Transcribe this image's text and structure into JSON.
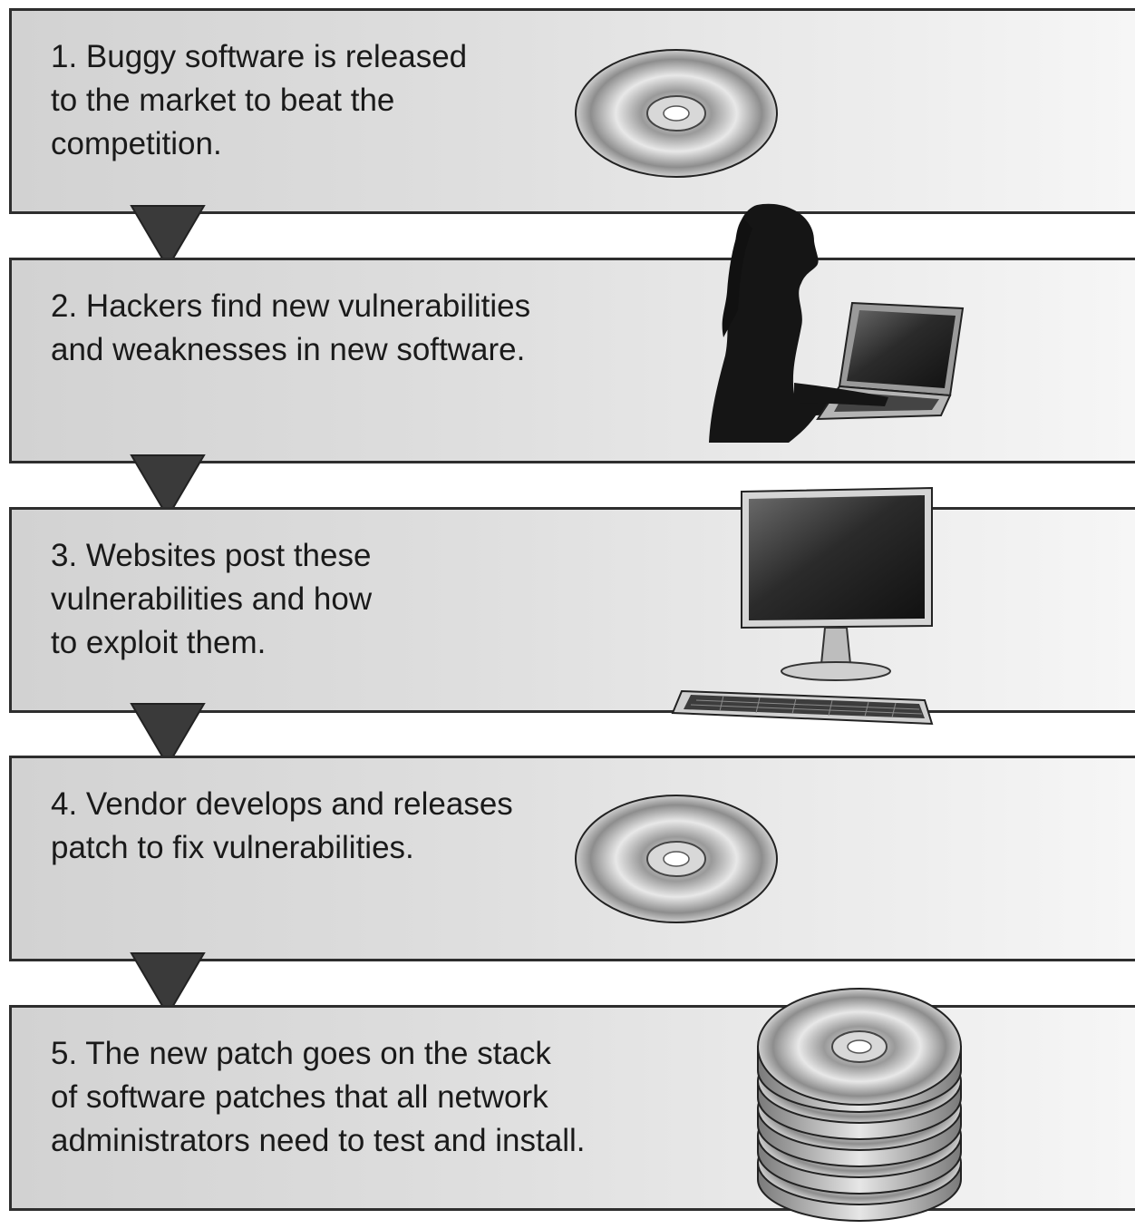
{
  "steps": [
    {
      "text": "1. Buggy software is released\nto the market to beat the\ncompetition.",
      "icon": "cd-disc-icon"
    },
    {
      "text": "2. Hackers find new vulnerabilities\nand weaknesses in new software.",
      "icon": "woman-with-laptop-icon"
    },
    {
      "text": "3. Websites post these\nvulnerabilities and how\nto exploit them.",
      "icon": "desktop-computer-icon"
    },
    {
      "text": "4. Vendor develops and releases\npatch to fix vulnerabilities.",
      "icon": "cd-disc-icon"
    },
    {
      "text": "5. The new patch goes on the stack\nof software patches that all network\nadministrators need to test and install.",
      "icon": "disc-stack-icon"
    }
  ]
}
